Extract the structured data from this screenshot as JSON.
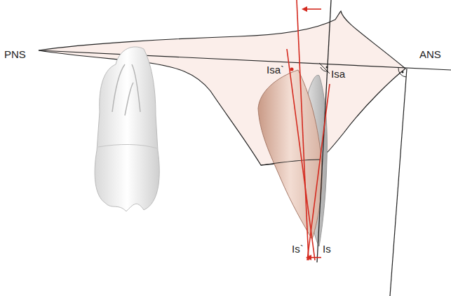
{
  "diagram": {
    "labels": [
      "PNS",
      "Isa`",
      "Isa",
      "ANS",
      "Is`",
      "Is"
    ]
  }
}
